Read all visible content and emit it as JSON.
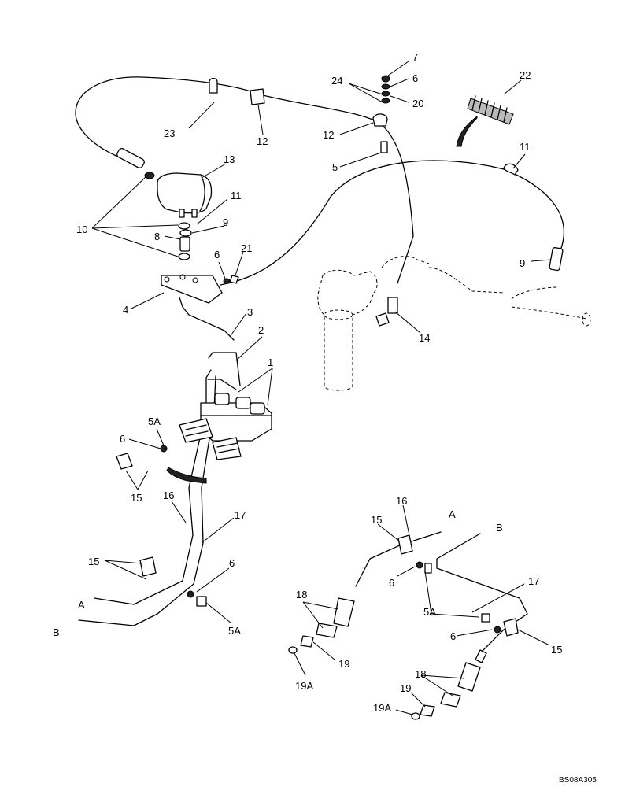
{
  "labels": {
    "l7": "7",
    "l6a": "6",
    "l20": "20",
    "l24": "24",
    "l22": "22",
    "l23": "23",
    "l12a": "12",
    "l12b": "12",
    "l5": "5",
    "l11a": "11",
    "l13": "13",
    "l11b": "11",
    "l10": "10",
    "l9a": "9",
    "l8": "8",
    "l6b": "6",
    "l21": "21",
    "l9b": "9",
    "l4": "4",
    "l3": "3",
    "l2": "2",
    "l1": "1",
    "l14": "14",
    "l5Aa": "5A",
    "l6c": "6",
    "l15a": "15",
    "l16a": "16",
    "l17a": "17",
    "l15b": "15",
    "l6d": "6",
    "lAa": "A",
    "lBa": "B",
    "l5Ab": "5A",
    "l16b": "16",
    "lAb": "A",
    "l15c": "15",
    "lBb": "B",
    "l6e": "6",
    "l17b": "17",
    "l18a": "18",
    "l5Ac": "5A",
    "l6f": "6",
    "l15d": "15",
    "l19a": "19",
    "l19Aa": "19A",
    "l18b": "18",
    "l19b": "19",
    "l19Ab": "19A"
  },
  "reference_code": "BS08A305"
}
